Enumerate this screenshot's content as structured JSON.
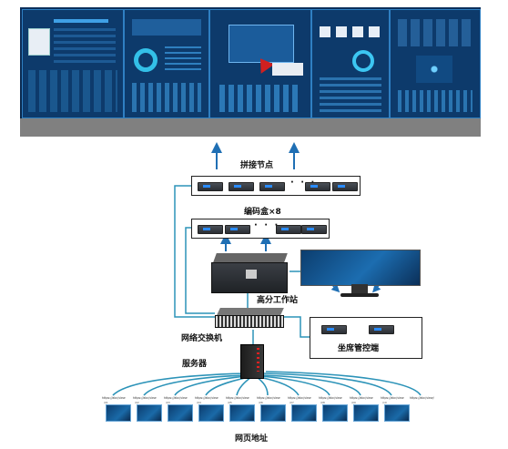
{
  "labels": {
    "splice_nodes": "拼接节点",
    "encoder_box": "编码盒×8",
    "workstation": "高分工作站",
    "network_switch": "网络交换机",
    "seat_console": "坐席管控端",
    "server": "服务器",
    "web_address": "网页地址",
    "ellipsis": "· · ·"
  },
  "urls": [
    "https://abc/view",
    "https://abc/view",
    "https://abc/view",
    "https://abc/view",
    "https://abc/view",
    "https://abc/view",
    "https://abc/view",
    "https://abc/view",
    "https://abc/view",
    "https://abc/view",
    "https://abc/view/"
  ],
  "url_indices": [
    "/01",
    "/02",
    "/03",
    "/04",
    "/05",
    "/06",
    "/07",
    "/08",
    "/09",
    "/10"
  ],
  "colors": {
    "line": "#2c93b8",
    "arrow": "#1f6fb4",
    "panel_bg": "#0d3a6b",
    "wall_base": "#808080"
  },
  "icons": {
    "video_wall": "video-wall-screens",
    "workstation": "workstation-server-icon",
    "switch": "network-switch-icon",
    "server": "tower-server-icon",
    "monitor": "monitor-icon"
  }
}
